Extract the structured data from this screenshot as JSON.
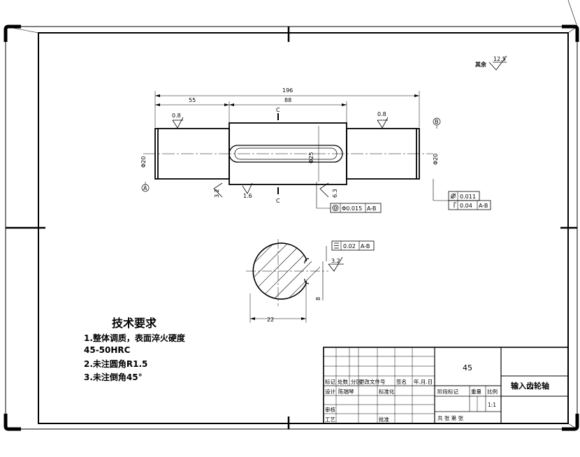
{
  "roughness": {
    "rest_label": "其余",
    "rest_value": "12.5",
    "left_surface": "0.8",
    "right_surface": "0.8",
    "keyway_side": "3.2",
    "shoulder_left": "3.2",
    "key_bottom": "1.6",
    "shoulder_right": "6.3",
    "section_key": "3.2"
  },
  "dimensions": {
    "total_length": "196",
    "left_length": "55",
    "middle_length": "88",
    "left_diameter": "Φ20",
    "middle_diameter": "Φ25",
    "right_diameter": "Φ20",
    "section_width": "22",
    "section_depth": "8",
    "section_label": "C",
    "datum_a": "A",
    "datum_b": "B"
  },
  "tolerances": {
    "concentricity": "Φ0.015",
    "concentricity_ref": "A-B",
    "cylindricity": "0.011",
    "runout": "0.04",
    "runout_ref": "A-B",
    "symmetry": "0.02",
    "symmetry_ref": "A-B"
  },
  "requirements": {
    "title": "技术要求",
    "items": [
      "1.整体调质，表面淬火硬度",
      "45-50HRC",
      "2.未注圆角R1.5",
      "3.未注倒角45°"
    ]
  },
  "title_block": {
    "material": "45",
    "part_name": "输入齿轮轴",
    "scale": "1:1",
    "headers": [
      "标记",
      "处数",
      "分区",
      "更改文件号",
      "签名",
      "年.月.日"
    ],
    "row_design": "设计",
    "designer": "陈瑞琴",
    "standardize": "标准化",
    "stage_label": "阶段标记",
    "weight_label": "重量",
    "scale_label": "比例",
    "review": "审核",
    "process": "工艺",
    "approve": "批准",
    "sheet_info": "共    张    第    张"
  }
}
